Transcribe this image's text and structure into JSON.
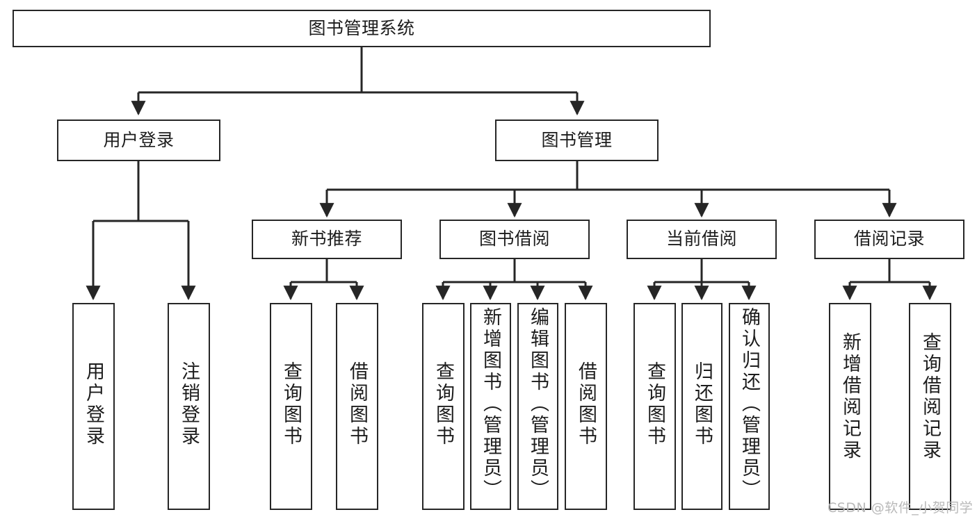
{
  "diagram": {
    "title_node": {
      "label": "图书管理系统"
    },
    "level2": [
      {
        "id": "user-login",
        "label": "用户登录"
      },
      {
        "id": "book-manage",
        "label": "图书管理"
      }
    ],
    "level3": [
      {
        "id": "new-book-recommend",
        "label": "新书推荐"
      },
      {
        "id": "book-borrow",
        "label": "图书借阅"
      },
      {
        "id": "current-borrow",
        "label": "当前借阅"
      },
      {
        "id": "borrow-record",
        "label": "借阅记录"
      }
    ],
    "leaves": [
      {
        "id": "leaf-user-login",
        "label": "用户登录",
        "parent": "user-login"
      },
      {
        "id": "leaf-logout-login",
        "label": "注销登录",
        "parent": "user-login"
      },
      {
        "id": "leaf-query-book-1",
        "label": "查询图书",
        "parent": "new-book-recommend"
      },
      {
        "id": "leaf-borrow-book-1",
        "label": "借阅图书",
        "parent": "new-book-recommend"
      },
      {
        "id": "leaf-query-book-2",
        "label": "查询图书",
        "parent": "book-borrow"
      },
      {
        "id": "leaf-add-book",
        "label": "新增图书（管理员）",
        "parent": "book-borrow"
      },
      {
        "id": "leaf-edit-book",
        "label": "编辑图书（管理员）",
        "parent": "book-borrow"
      },
      {
        "id": "leaf-borrow-book-2",
        "label": "借阅图书",
        "parent": "book-borrow"
      },
      {
        "id": "leaf-query-book-3",
        "label": "查询图书",
        "parent": "current-borrow"
      },
      {
        "id": "leaf-return-book",
        "label": "归还图书",
        "parent": "current-borrow"
      },
      {
        "id": "leaf-confirm-return",
        "label": "确认归还（管理员）",
        "parent": "current-borrow"
      },
      {
        "id": "leaf-add-record",
        "label": "新增借阅记录",
        "parent": "borrow-record"
      },
      {
        "id": "leaf-query-record",
        "label": "查询借阅记录",
        "parent": "borrow-record"
      }
    ],
    "colors": {
      "stroke": "#262626",
      "background": "#ffffff",
      "text": "#1c1c1c",
      "watermark": "#b9b9b9"
    }
  },
  "watermark": {
    "text": "CSDN @软件_小贺同学"
  }
}
